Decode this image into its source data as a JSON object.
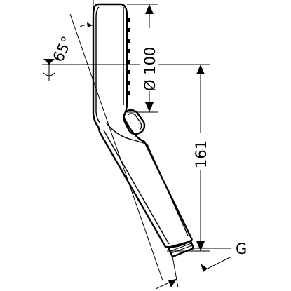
{
  "dimensions": {
    "angle": "65°",
    "diameter": "Ø 100",
    "length": "161",
    "thread": "G"
  }
}
